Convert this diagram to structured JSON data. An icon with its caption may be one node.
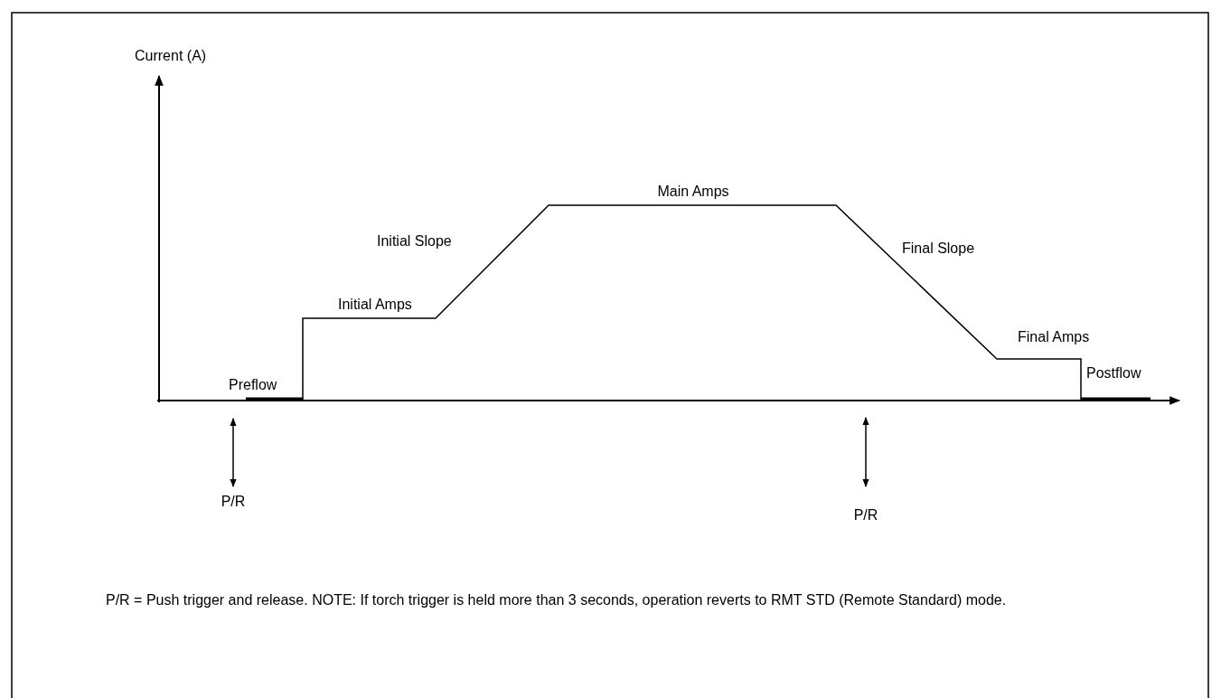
{
  "diagram": {
    "labels": [
      "Current (A)",
      "Main Amps",
      "Initial Slope",
      "Final Slope",
      "Initial Amps",
      "Final Amps",
      "Preflow",
      "Postflow",
      "P/R",
      "P/R",
      "P/R = Push trigger and release. NOTE: If torch trigger is held more than 3 seconds, operation reverts to RMT STD (Remote Standard) mode."
    ]
  }
}
